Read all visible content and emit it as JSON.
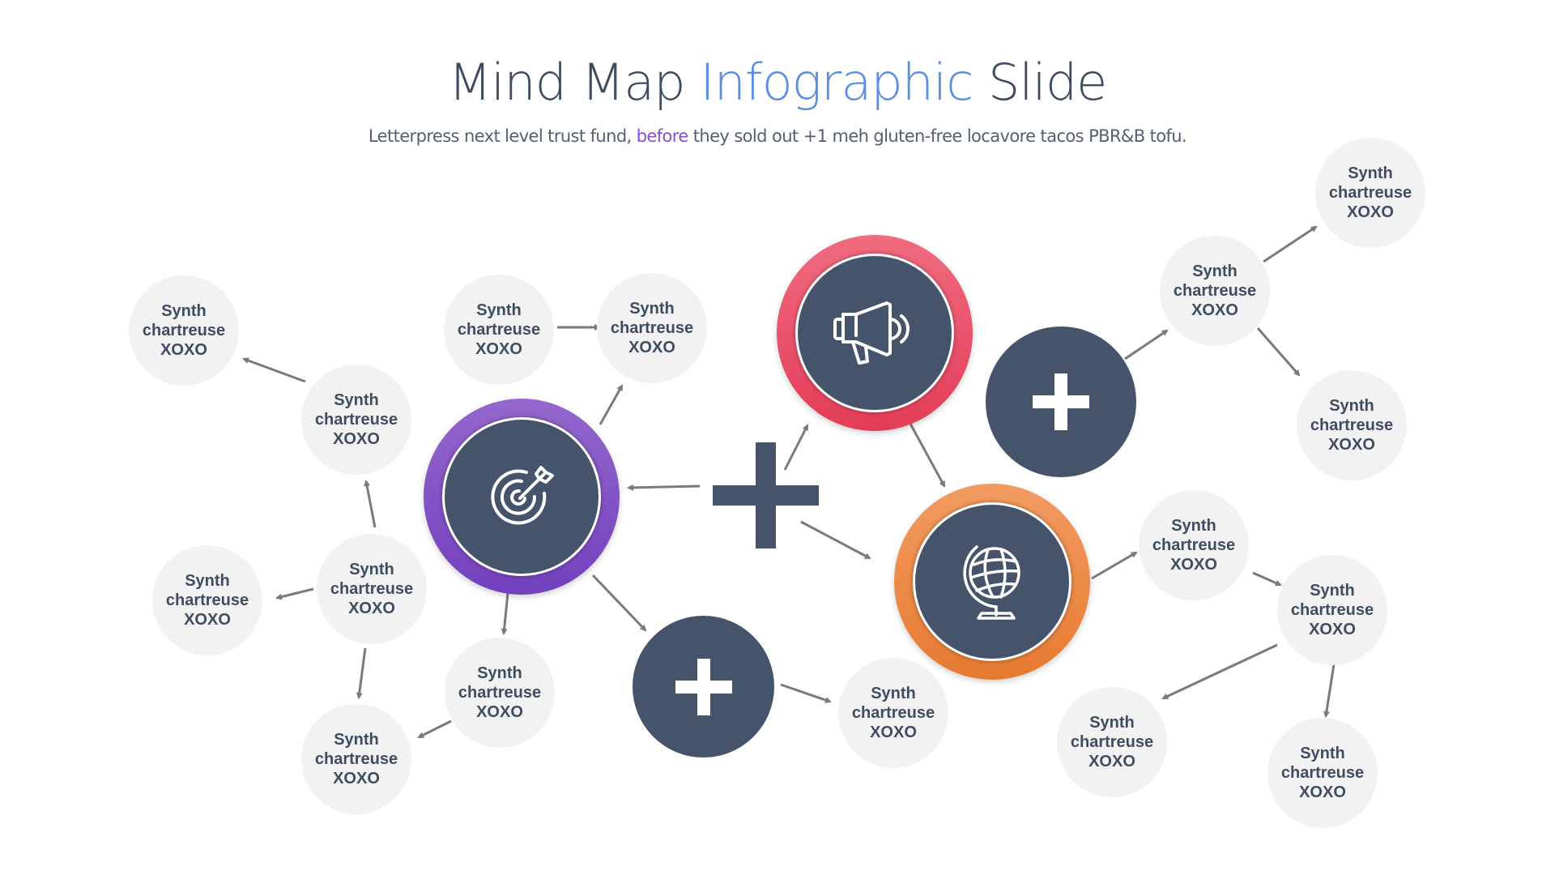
{
  "header": {
    "title_part1": "Mind Map ",
    "title_accent": "Infographic",
    "title_part2": " Slide",
    "subtitle_part1": "Letterpress next level trust fund, ",
    "subtitle_accent": "before",
    "subtitle_part2": " they sold out +1 meh gluten-free locavore tacos PBR&B tofu."
  },
  "colors": {
    "title": "#3e4b60",
    "title_accent": "#5b8fe0",
    "subtitle_accent": "#8350c6",
    "node_fill": "#f2f2f2",
    "node_text": "#3f4c62",
    "dark": "#45546b",
    "purple": "#7f52c6",
    "red": "#e8506a",
    "orange": "#ec8a45",
    "arrow": "#7a7a7a"
  },
  "hubs": [
    {
      "id": "target",
      "icon": "target-icon",
      "color": "purple"
    },
    {
      "id": "megaphone",
      "icon": "megaphone-icon",
      "color": "red"
    },
    {
      "id": "globe",
      "icon": "globe-icon",
      "color": "orange"
    }
  ],
  "connectors": [
    {
      "id": "plus-center",
      "icon": "plus-icon"
    },
    {
      "id": "plus-bottom",
      "icon": "plus-icon"
    },
    {
      "id": "plus-right",
      "icon": "plus-icon"
    }
  ],
  "nodes": [
    {
      "line1": "Synth",
      "line2": "chartreuse",
      "line3": "XOXO"
    },
    {
      "line1": "Synth",
      "line2": "chartreuse",
      "line3": "XOXO"
    },
    {
      "line1": "Synth",
      "line2": "chartreuse",
      "line3": "XOXO"
    },
    {
      "line1": "Synth",
      "line2": "chartreuse",
      "line3": "XOXO"
    },
    {
      "line1": "Synth",
      "line2": "chartreuse",
      "line3": "XOXO"
    },
    {
      "line1": "Synth",
      "line2": "chartreuse",
      "line3": "XOXO"
    },
    {
      "line1": "Synth",
      "line2": "chartreuse",
      "line3": "XOXO"
    },
    {
      "line1": "Synth",
      "line2": "chartreuse",
      "line3": "XOXO"
    },
    {
      "line1": "Synth",
      "line2": "chartreuse",
      "line3": "XOXO"
    },
    {
      "line1": "Synth",
      "line2": "chartreuse",
      "line3": "XOXO"
    },
    {
      "line1": "Synth",
      "line2": "chartreuse",
      "line3": "XOXO"
    },
    {
      "line1": "Synth",
      "line2": "chartreuse",
      "line3": "XOXO"
    },
    {
      "line1": "Synth",
      "line2": "chartreuse",
      "line3": "XOXO"
    },
    {
      "line1": "Synth",
      "line2": "chartreuse",
      "line3": "XOXO"
    },
    {
      "line1": "Synth",
      "line2": "chartreuse",
      "line3": "XOXO"
    },
    {
      "line1": "Synth",
      "line2": "chartreuse",
      "line3": "XOXO"
    }
  ]
}
